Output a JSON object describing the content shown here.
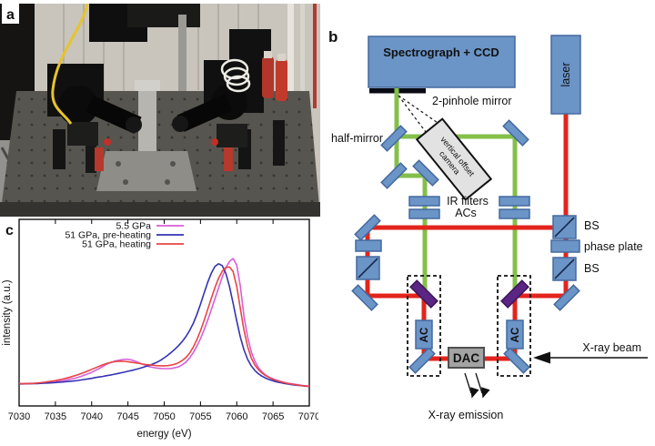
{
  "panels": {
    "a": {
      "label": "a"
    },
    "b": {
      "label": "b"
    },
    "c": {
      "label": "c"
    }
  },
  "diagram": {
    "spectrograph_label": "Spectrograph + CCD",
    "pinhole_mirror_label": "2-pinhole mirror",
    "half_mirror_label": "half-mirror",
    "camera_label_line1": "vertical offset",
    "camera_label_line2": "camera",
    "ir_filters_label_line1": "IR filters",
    "ir_filters_label_line2": "ACs",
    "laser_label": "laser",
    "bs_top_label": "BS",
    "phase_plate_label": "phase plate",
    "bs_bottom_label": "BS",
    "ac_left_label": "AC",
    "ac_right_label": "AC",
    "dac_label": "DAC",
    "xray_beam_label": "X-ray beam",
    "xray_emission_label": "X-ray emission",
    "colors": {
      "component_blue": "#6b94c7",
      "component_blue_border": "#44699e",
      "beam_red": "#e3241c",
      "beam_green": "#84bf4a",
      "dichroic_purple": "#5b2583",
      "dac_gray": "#a3a3a3"
    }
  },
  "chart_data": {
    "type": "line",
    "xlabel": "energy (eV)",
    "ylabel": "intensity (a.u.)",
    "xlim": [
      7030,
      7070
    ],
    "xticks": [
      7030,
      7035,
      7040,
      7045,
      7050,
      7055,
      7060,
      7065,
      7070
    ],
    "x_start": 7030,
    "x_step": 0.5,
    "grid": false,
    "legend_position": "top-right",
    "series": [
      {
        "name": "5.5 GPa",
        "color": "#d75fd7",
        "values": [
          0.12,
          0.12,
          0.12,
          0.121,
          0.121,
          0.122,
          0.123,
          0.125,
          0.127,
          0.128,
          0.13,
          0.132,
          0.135,
          0.139,
          0.143,
          0.147,
          0.152,
          0.158,
          0.165,
          0.172,
          0.18,
          0.19,
          0.2,
          0.211,
          0.222,
          0.231,
          0.238,
          0.243,
          0.247,
          0.25,
          0.25,
          0.246,
          0.24,
          0.232,
          0.224,
          0.217,
          0.21,
          0.206,
          0.203,
          0.201,
          0.2,
          0.2,
          0.201,
          0.205,
          0.21,
          0.221,
          0.235,
          0.257,
          0.285,
          0.32,
          0.36,
          0.408,
          0.46,
          0.517,
          0.575,
          0.633,
          0.69,
          0.74,
          0.775,
          0.79,
          0.755,
          0.64,
          0.48,
          0.37,
          0.29,
          0.24,
          0.205,
          0.182,
          0.165,
          0.154,
          0.145,
          0.138,
          0.132,
          0.127,
          0.122,
          0.119,
          0.116,
          0.113,
          0.11,
          0.108,
          0.106
        ]
      },
      {
        "name": "51 GPa, pre-heating",
        "color": "#3333b3",
        "values": [
          0.118,
          0.118,
          0.119,
          0.119,
          0.12,
          0.12,
          0.121,
          0.122,
          0.123,
          0.124,
          0.125,
          0.127,
          0.128,
          0.13,
          0.132,
          0.134,
          0.136,
          0.139,
          0.142,
          0.145,
          0.148,
          0.152,
          0.155,
          0.158,
          0.162,
          0.165,
          0.169,
          0.173,
          0.177,
          0.181,
          0.186,
          0.19,
          0.195,
          0.2,
          0.206,
          0.212,
          0.218,
          0.226,
          0.234,
          0.245,
          0.258,
          0.272,
          0.288,
          0.305,
          0.324,
          0.346,
          0.372,
          0.404,
          0.442,
          0.49,
          0.545,
          0.605,
          0.663,
          0.712,
          0.748,
          0.762,
          0.752,
          0.71,
          0.64,
          0.55,
          0.455,
          0.368,
          0.3,
          0.25,
          0.215,
          0.19,
          0.172,
          0.159,
          0.149,
          0.141,
          0.135,
          0.129,
          0.125,
          0.121,
          0.118,
          0.115,
          0.112,
          0.11,
          0.108,
          0.106,
          0.105
        ]
      },
      {
        "name": "51 GPa, heating",
        "color": "#e84545",
        "values": [
          0.119,
          0.119,
          0.12,
          0.12,
          0.121,
          0.123,
          0.125,
          0.127,
          0.13,
          0.133,
          0.136,
          0.14,
          0.144,
          0.149,
          0.154,
          0.16,
          0.166,
          0.173,
          0.18,
          0.188,
          0.196,
          0.204,
          0.212,
          0.22,
          0.227,
          0.232,
          0.236,
          0.239,
          0.24,
          0.239,
          0.237,
          0.234,
          0.231,
          0.228,
          0.225,
          0.222,
          0.22,
          0.218,
          0.216,
          0.215,
          0.215,
          0.216,
          0.219,
          0.224,
          0.232,
          0.244,
          0.26,
          0.283,
          0.315,
          0.355,
          0.403,
          0.458,
          0.518,
          0.578,
          0.635,
          0.685,
          0.722,
          0.742,
          0.745,
          0.72,
          0.64,
          0.52,
          0.405,
          0.318,
          0.257,
          0.219,
          0.194,
          0.176,
          0.162,
          0.152,
          0.143,
          0.136,
          0.13,
          0.125,
          0.121,
          0.117,
          0.114,
          0.111,
          0.109,
          0.107,
          0.105
        ]
      }
    ]
  }
}
